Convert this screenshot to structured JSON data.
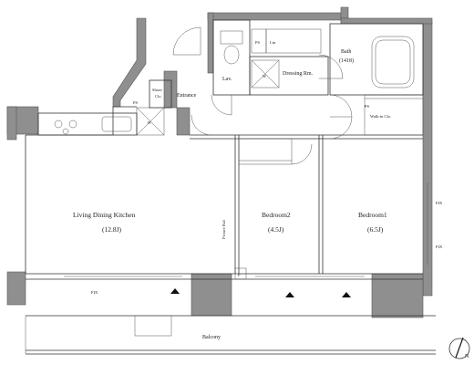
{
  "rooms": {
    "ldk_name": "Living Dining Kitchen",
    "ldk_size": "(12.8J)",
    "bedroom2_name": "Bedroom2",
    "bedroom2_size": "(4.5J)",
    "bedroom1_name": "Bedroom1",
    "bedroom1_size": "(6.5J)",
    "bath_name": "Bath",
    "bath_size": "(1418)",
    "dressing": "Dressing Rm.",
    "lav": "Lav.",
    "entrance": "Entrance",
    "shoes_1": "Shoes",
    "shoes_2": "Clo.",
    "walkin": "Walk-in Clo.",
    "balcony": "Balcony",
    "picture_rail": "Picture Rail"
  },
  "labels": {
    "ps1": "PS",
    "ps2": "PS",
    "ps3": "PS",
    "lin": "Lin",
    "w": "W",
    "h": "H",
    "p": "P",
    "fix_bottom": "FIX",
    "fix_right1": "FIX",
    "fix_right2": "FIX",
    "north": "N"
  },
  "colors": {
    "wall": "#8f8f8f",
    "line": "#333333"
  }
}
